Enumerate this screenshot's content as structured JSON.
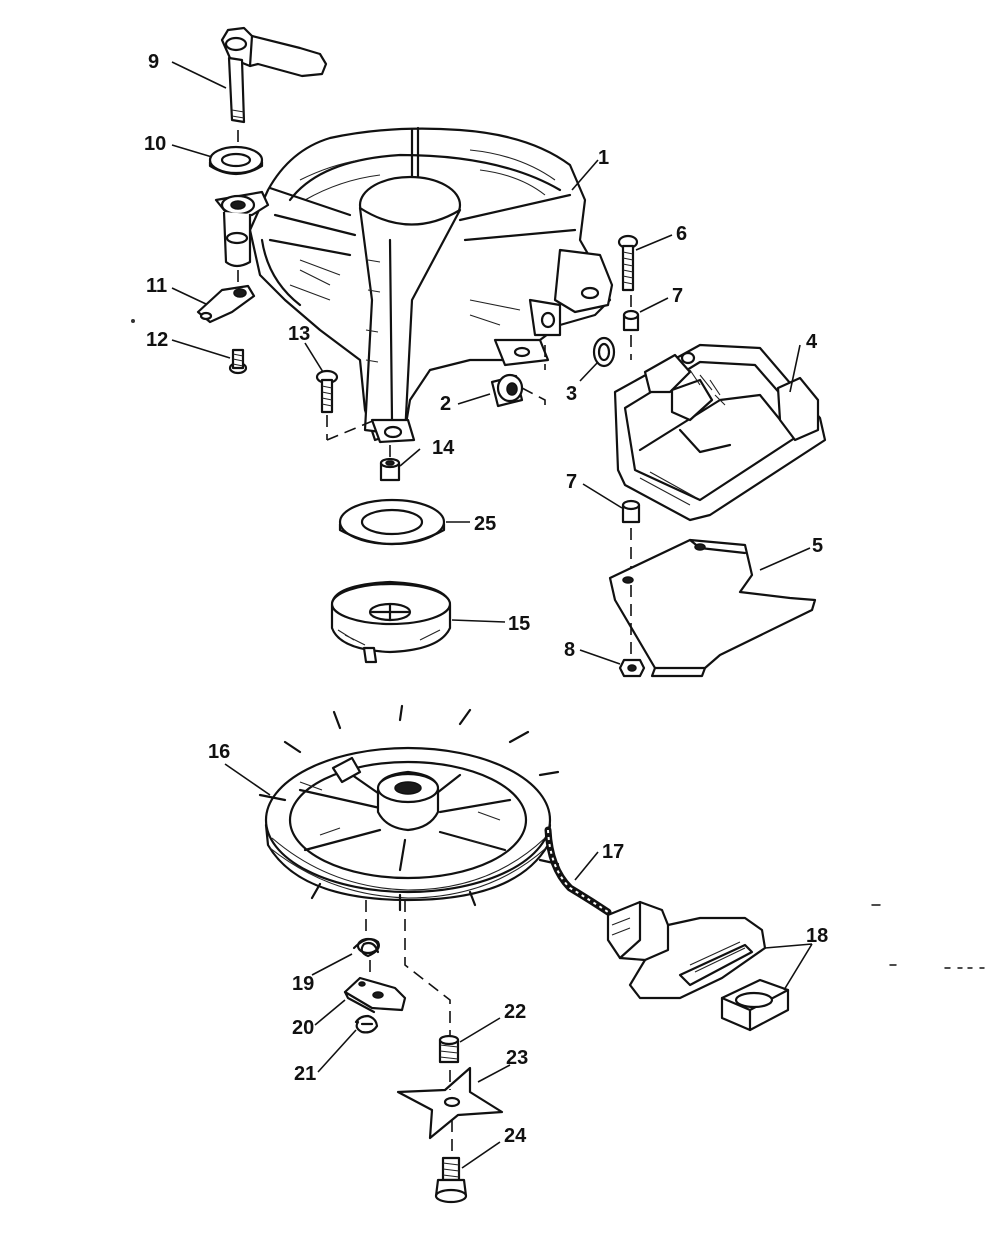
{
  "callouts": {
    "c1": "1",
    "c2": "2",
    "c3": "3",
    "c4": "4",
    "c5": "5",
    "c6": "6",
    "c7a": "7",
    "c7b": "7",
    "c8": "8",
    "c9": "9",
    "c10": "10",
    "c11": "11",
    "c12": "12",
    "c13": "13",
    "c14": "14",
    "c15": "15",
    "c16": "16",
    "c17": "17",
    "c18": "18",
    "c19": "19",
    "c20": "20",
    "c21": "21",
    "c22": "22",
    "c23": "23",
    "c24": "24",
    "c25": "25"
  }
}
